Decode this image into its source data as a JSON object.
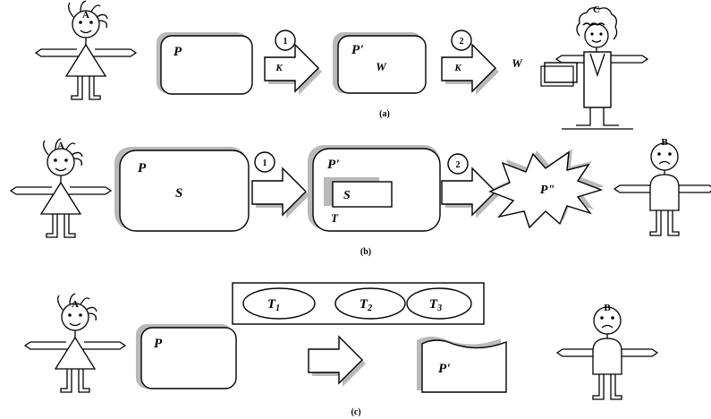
{
  "panel_a": {
    "caption": "(a)",
    "person_left": "A",
    "person_right": "C",
    "box1_label": "P",
    "step1": "1",
    "arrow1_label": "K",
    "box2_label": "P'",
    "box2_sub": "W",
    "step2": "2",
    "arrow2_label": "K",
    "output_label": "W"
  },
  "panel_b": {
    "caption": "(b)",
    "person_left": "A",
    "person_right": "B",
    "box1_label": "P",
    "box1_sub": "S",
    "step1": "1",
    "box2_label": "P'",
    "inner_label": "S",
    "box2_sub": "T",
    "step2": "2",
    "burst_label": "P\""
  },
  "panel_c": {
    "caption": "(c)",
    "person_left": "A",
    "person_right": "B",
    "box1_label": "P",
    "tokens": [
      "T1",
      "T2",
      "T3"
    ],
    "token_base": [
      "T",
      "T",
      "T"
    ],
    "token_sub": [
      "1",
      "2",
      "3"
    ],
    "box2_label": "P'"
  }
}
